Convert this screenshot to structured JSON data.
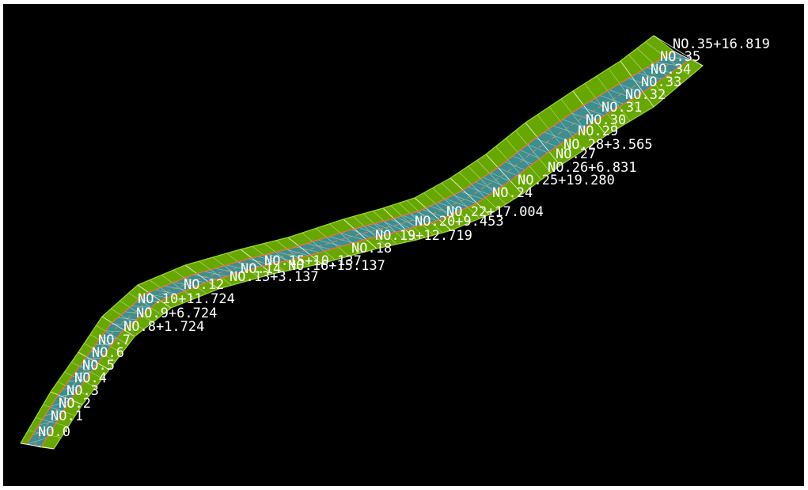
{
  "viewport": {
    "background": "#000000",
    "frame_color": "#ffffff"
  },
  "road_model": {
    "colors": {
      "embankment_fill": "#66a800",
      "embankment_light": "#9bd42a",
      "carriageway_fill": "#3d8f8f",
      "carriageway_hatch": "#ffffff",
      "edge_line": "#ff6633",
      "centerline": "#ff8844"
    }
  },
  "station_labels": [
    "NO.35+16.819",
    "NO.35",
    "NO.34",
    "NO.33",
    "NO.32",
    "NO.31",
    "NO.30",
    "NO.29",
    "NO.28+3.565",
    "NO.27",
    "NO.26+6.831",
    "NO.25+19.280",
    "NO.24",
    "NO.22+17.004",
    "NO.20+9.453",
    "NO.19+12.719",
    "NO.18",
    "NO.16+15.137",
    "NO.15+10.137",
    "NO.14",
    "NO.13+3.137",
    "NO.12",
    "NO.10+11.724",
    "NO.9+6.724",
    "NO.8+1.724",
    "NO.7",
    "NO.6",
    "NO.5",
    "NO.4",
    "NO.3",
    "NO.2",
    "NO.1",
    "NO.0"
  ]
}
